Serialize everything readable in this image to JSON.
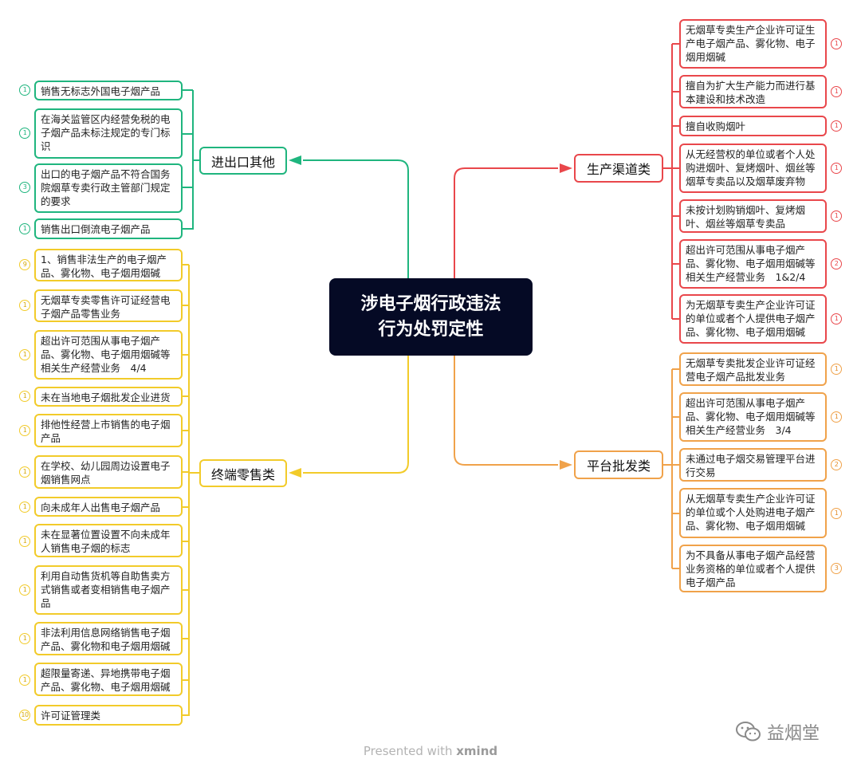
{
  "center": {
    "title_line1": "涉电子烟行政违法",
    "title_line2": "行为处罚定性"
  },
  "colors": {
    "teal": "#1fb57e",
    "yellow": "#f2cb2a",
    "red": "#e9474b",
    "orange": "#f0a24a",
    "center_bg": "#050a25"
  },
  "branches": {
    "import_export": {
      "label": "进出口其他",
      "items": [
        {
          "text": "销售无标志外国电子烟产品",
          "badge": "1"
        },
        {
          "text": "在海关监管区内经营免税的电子烟产品未标注规定的专门标识",
          "badge": "1"
        },
        {
          "text": "出口的电子烟产品不符合国务院烟草专卖行政主管部门规定的要求",
          "badge": "3"
        },
        {
          "text": "销售出口倒流电子烟产品",
          "badge": "1"
        }
      ]
    },
    "retail": {
      "label": "终端零售类",
      "items": [
        {
          "text": "1、销售非法生产的电子烟产品、雾化物、电子烟用烟碱",
          "badge": "9"
        },
        {
          "text": "无烟草专卖零售许可证经营电子烟产品零售业务",
          "badge": "1"
        },
        {
          "text": "超出许可范围从事电子烟产品、雾化物、电子烟用烟碱等相关生产经营业务　4/4",
          "badge": "1"
        },
        {
          "text": "未在当地电子烟批发企业进货",
          "badge": "1"
        },
        {
          "text": "排他性经营上市销售的电子烟产品",
          "badge": "1"
        },
        {
          "text": "在学校、幼儿园周边设置电子烟销售网点",
          "badge": "1"
        },
        {
          "text": "向未成年人出售电子烟产品",
          "badge": "1"
        },
        {
          "text": "未在显著位置设置不向未成年人销售电子烟的标志",
          "badge": "1"
        },
        {
          "text": "利用自动售货机等自助售卖方式销售或者变相销售电子烟产品",
          "badge": "1"
        },
        {
          "text": "非法利用信息网络销售电子烟产品、雾化物和电子烟用烟碱",
          "badge": "1"
        },
        {
          "text": "超限量寄递、异地携带电子烟产品、雾化物、电子烟用烟碱",
          "badge": "1"
        },
        {
          "text": "许可证管理类",
          "badge": "10"
        }
      ]
    },
    "production": {
      "label": "生产渠道类",
      "items": [
        {
          "text": "无烟草专卖生产企业许可证生产电子烟产品、雾化物、电子烟用烟碱",
          "badge": "1"
        },
        {
          "text": "擅自为扩大生产能力而进行基本建设和技术改造",
          "badge": "1"
        },
        {
          "text": "擅自收购烟叶",
          "badge": "1"
        },
        {
          "text": "从无经营权的单位或者个人处购进烟叶、复烤烟叶、烟丝等烟草专卖品以及烟草废弃物",
          "badge": "1"
        },
        {
          "text": "未按计划购销烟叶、复烤烟叶、烟丝等烟草专卖品",
          "badge": "1"
        },
        {
          "text": "超出许可范围从事电子烟产品、雾化物、电子烟用烟碱等相关生产经营业务　1&2/4",
          "badge": "2"
        },
        {
          "text": "为无烟草专卖生产企业许可证的单位或者个人提供电子烟产品、雾化物、电子烟用烟碱",
          "badge": "1"
        }
      ]
    },
    "wholesale": {
      "label": "平台批发类",
      "items": [
        {
          "text": "无烟草专卖批发企业许可证经营电子烟产品批发业务",
          "badge": "1"
        },
        {
          "text": "超出许可范围从事电子烟产品、雾化物、电子烟用烟碱等相关生产经营业务　3/4",
          "badge": "1"
        },
        {
          "text": "未通过电子烟交易管理平台进行交易",
          "badge": "2"
        },
        {
          "text": "从无烟草专卖生产企业许可证的单位或个人处购进电子烟产品、雾化物、电子烟用烟碱",
          "badge": "1"
        },
        {
          "text": "为不具备从事电子烟产品经营业务资格的单位或者个人提供电子烟产品",
          "badge": "3"
        }
      ]
    }
  },
  "footer": {
    "prefix": "Presented with ",
    "brand": "xmind"
  },
  "watermark": {
    "text": "益烟堂"
  }
}
